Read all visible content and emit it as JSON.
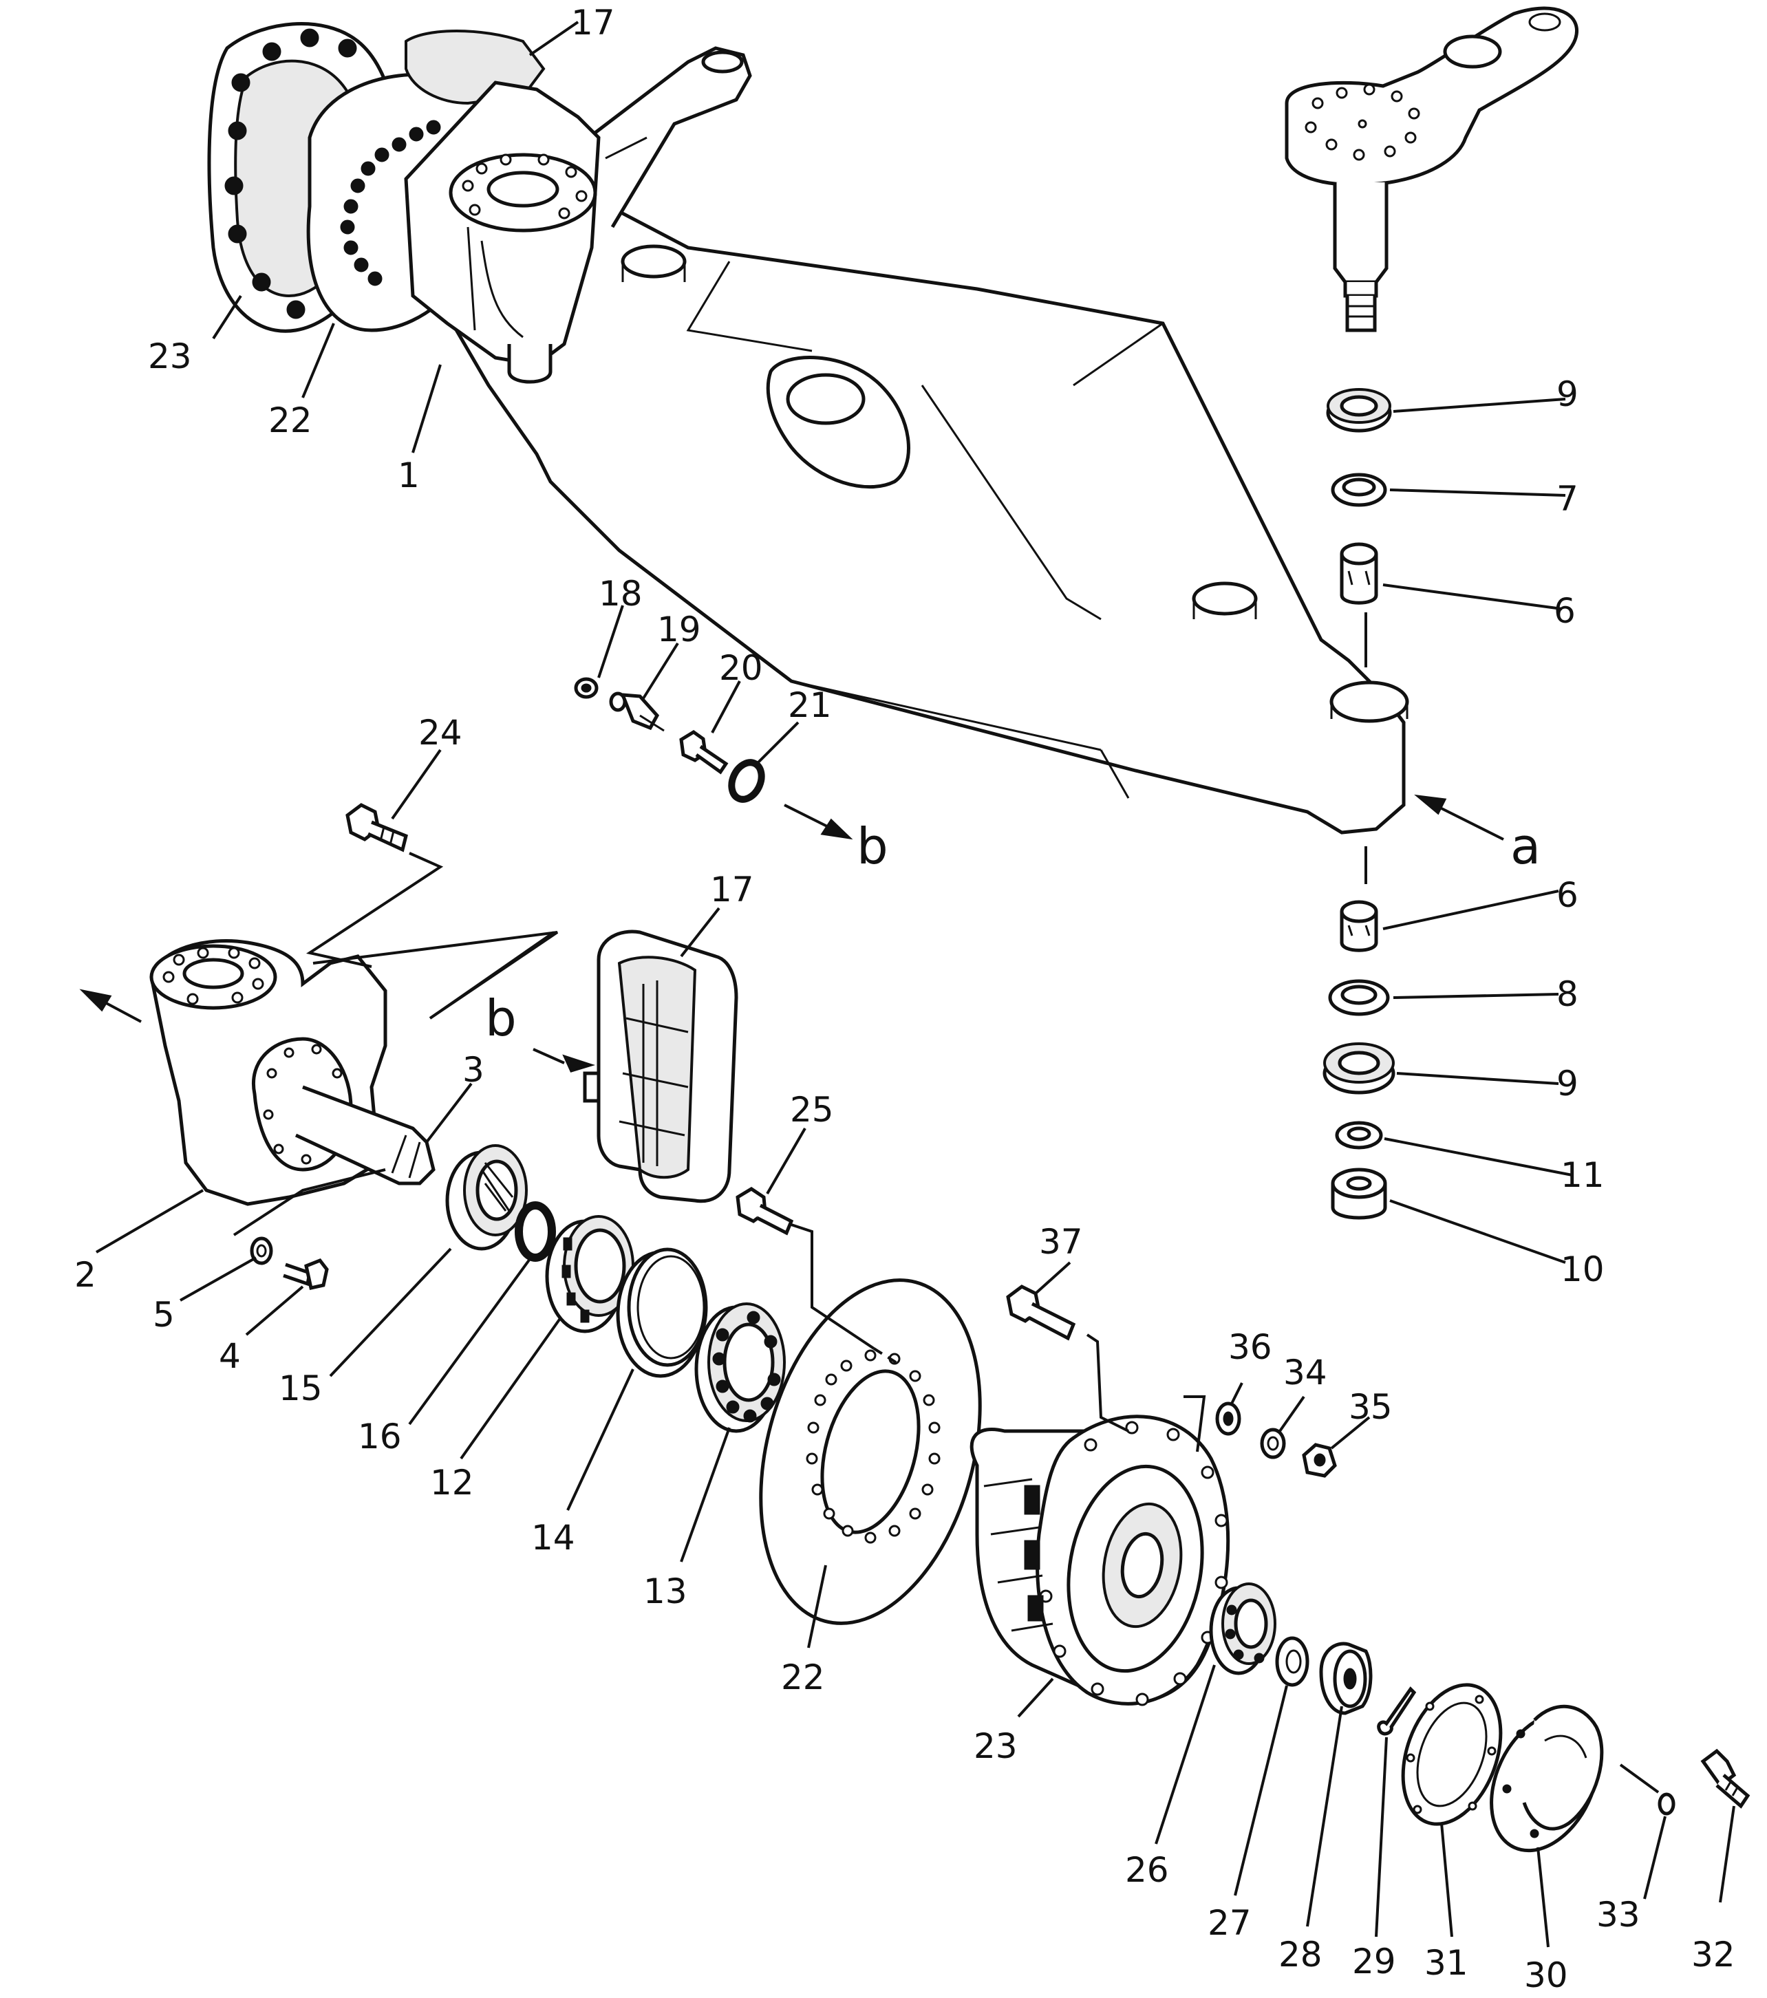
{
  "callouts": [
    {
      "id": "c1",
      "text": "1"
    },
    {
      "id": "c2",
      "text": "2"
    },
    {
      "id": "c3",
      "text": "3"
    },
    {
      "id": "c4",
      "text": "4"
    },
    {
      "id": "c5",
      "text": "5"
    },
    {
      "id": "c6a",
      "text": "6"
    },
    {
      "id": "c6b",
      "text": "6"
    },
    {
      "id": "c7",
      "text": "7"
    },
    {
      "id": "c8",
      "text": "8"
    },
    {
      "id": "c9a",
      "text": "9"
    },
    {
      "id": "c9b",
      "text": "9"
    },
    {
      "id": "c10",
      "text": "10"
    },
    {
      "id": "c11",
      "text": "11"
    },
    {
      "id": "c12",
      "text": "12"
    },
    {
      "id": "c13",
      "text": "13"
    },
    {
      "id": "c14",
      "text": "14"
    },
    {
      "id": "c15",
      "text": "15"
    },
    {
      "id": "c16",
      "text": "16"
    },
    {
      "id": "c17a",
      "text": "17"
    },
    {
      "id": "c17b",
      "text": "17"
    },
    {
      "id": "c18",
      "text": "18"
    },
    {
      "id": "c19",
      "text": "19"
    },
    {
      "id": "c20",
      "text": "20"
    },
    {
      "id": "c21",
      "text": "21"
    },
    {
      "id": "c22a",
      "text": "22"
    },
    {
      "id": "c22b",
      "text": "22"
    },
    {
      "id": "c23a",
      "text": "23"
    },
    {
      "id": "c23b",
      "text": "23"
    },
    {
      "id": "c24",
      "text": "24"
    },
    {
      "id": "c25",
      "text": "25"
    },
    {
      "id": "c26",
      "text": "26"
    },
    {
      "id": "c27",
      "text": "27"
    },
    {
      "id": "c28",
      "text": "28"
    },
    {
      "id": "c29",
      "text": "29"
    },
    {
      "id": "c30",
      "text": "30"
    },
    {
      "id": "c31",
      "text": "31"
    },
    {
      "id": "c32",
      "text": "32"
    },
    {
      "id": "c33",
      "text": "33"
    },
    {
      "id": "c34",
      "text": "34"
    },
    {
      "id": "c35",
      "text": "35"
    },
    {
      "id": "c36",
      "text": "36"
    },
    {
      "id": "c37",
      "text": "37"
    }
  ],
  "view_markers": {
    "a": "a",
    "b_top": "b",
    "b_mid": "b"
  }
}
